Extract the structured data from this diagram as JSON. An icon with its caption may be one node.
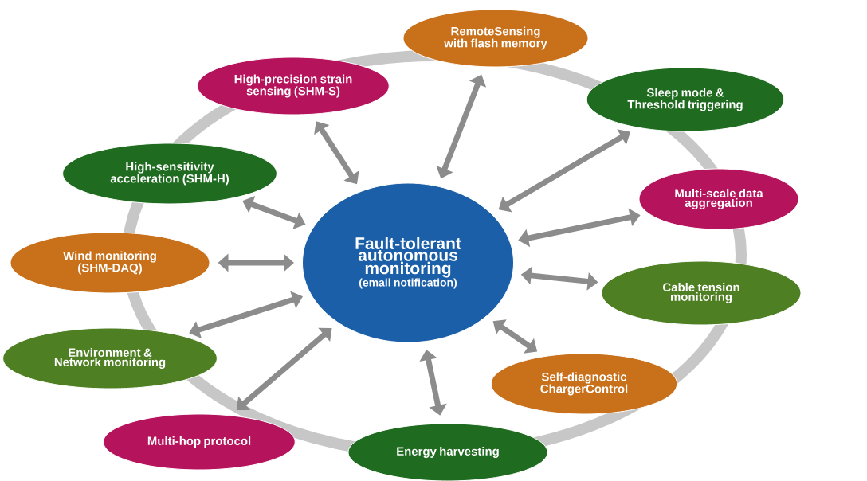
{
  "diagram": {
    "nodes": [
      {
        "text": [
          "Fault-tolerant autonomous monitoring",
          "(email notification)"
        ]
      },
      {
        "text": [
          "RemoteSensing with flash memory"
        ]
      },
      {
        "text": [
          "High-precision strain sensing (SHM-S)"
        ]
      },
      {
        "text": [
          "Sleep mode & Threshold triggering"
        ]
      },
      {
        "text": [
          "High-sensitivity acceleration (SHM-H)"
        ]
      },
      {
        "text": [
          "Multi-scale data aggregation"
        ]
      },
      {
        "text": [
          "Wind monitoring (SHM-DAQ)"
        ]
      },
      {
        "text": [
          "Cable tension monitoring"
        ]
      },
      {
        "text": [
          "Environment & Network monitoring"
        ]
      },
      {
        "text": [
          "Self-diagnostic ChargerControl"
        ]
      },
      {
        "text": [
          "Multi-hop protocol"
        ]
      },
      {
        "text": [
          "Energy harvesting"
        ]
      }
    ],
    "edges": [
      {
        "from": 0,
        "to": 1,
        "arrow": "both"
      },
      {
        "from": 0,
        "to": 2,
        "arrow": "both"
      },
      {
        "from": 0,
        "to": 3,
        "arrow": "both"
      },
      {
        "from": 0,
        "to": 4,
        "arrow": "both"
      },
      {
        "from": 0,
        "to": 5,
        "arrow": "both"
      },
      {
        "from": 0,
        "to": 6,
        "arrow": "both"
      },
      {
        "from": 0,
        "to": 7,
        "arrow": "both"
      },
      {
        "from": 0,
        "to": 8,
        "arrow": "both"
      },
      {
        "from": 0,
        "to": 9,
        "arrow": "both"
      },
      {
        "from": 0,
        "to": 10,
        "arrow": "both"
      },
      {
        "from": 0,
        "to": 11,
        "arrow": "both"
      }
    ]
  }
}
